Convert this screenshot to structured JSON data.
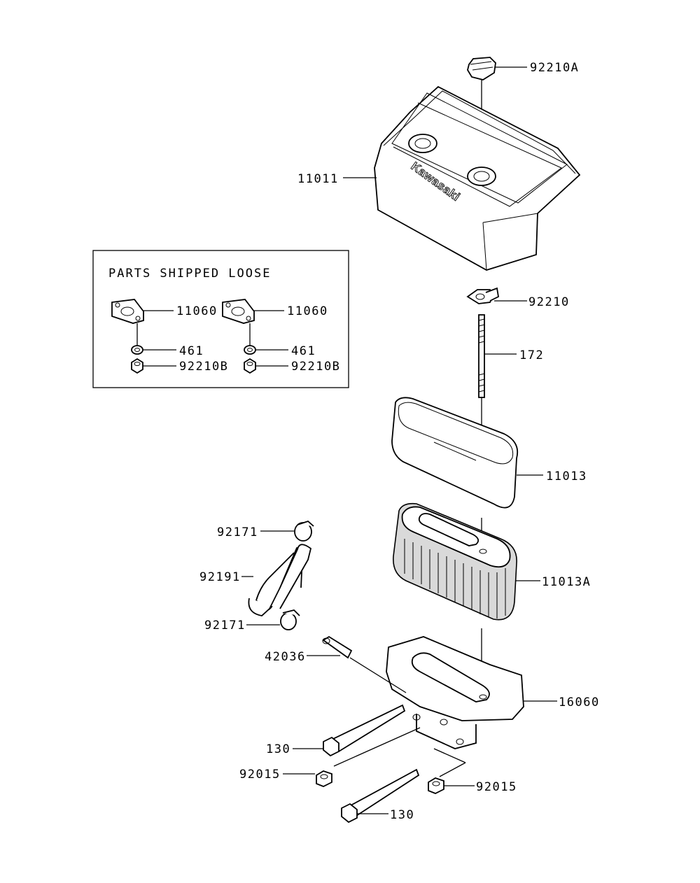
{
  "box": {
    "title": "PARTS SHIPPED LOOSE"
  },
  "brand_logo": "Kawasaki",
  "labels": {
    "p92210A": "92210A",
    "p11011": "11011",
    "p92210": "92210",
    "p172": "172",
    "p11013": "11013",
    "p11013A": "11013A",
    "p16060": "16060",
    "p92171_top": "92171",
    "p92191": "92191",
    "p92171_bottom": "92171",
    "p42036": "42036",
    "p130_top": "130",
    "p92015_left": "92015",
    "p92015_right": "92015",
    "p130_bottom": "130",
    "p11060_left": "11060",
    "p11060_right": "11060",
    "p461_left": "461",
    "p461_right": "461",
    "p92210B_left": "92210B",
    "p92210B_right": "92210B"
  }
}
